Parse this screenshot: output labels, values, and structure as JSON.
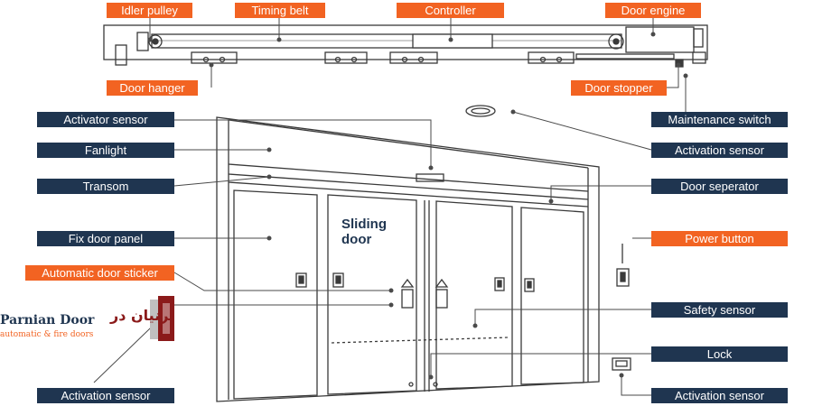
{
  "labels": {
    "idler_pulley": "Idler pulley",
    "timing_belt": "Timing belt",
    "controller": "Controller",
    "door_engine": "Door engine",
    "door_hanger": "Door hanger",
    "door_stopper": "Door stopper",
    "activator_sensor": "Activator sensor",
    "maintenance_switch": "Maintenance switch",
    "fanlight": "Fanlight",
    "activation_sensor_top": "Activation sensor",
    "transom": "Transom",
    "door_seperator": "Door seperator",
    "fix_door_panel": "Fix door panel",
    "power_button": "Power button",
    "automatic_door_sticker": "Automatic door sticker",
    "safety_sensor": "Safety sensor",
    "lock": "Lock",
    "activation_sensor_bottom_left": "Activation sensor",
    "activation_sensor_bottom_right": "Activation sensor"
  },
  "door_text": [
    "Sliding",
    "door"
  ],
  "logo": {
    "name": "Parnian Door",
    "tagline": "automatic & fire doors",
    "name_fa": "پرنیان در"
  },
  "colors": {
    "navy": "#1f3550",
    "orange": "#f26322",
    "line": "#4a4a4a"
  }
}
